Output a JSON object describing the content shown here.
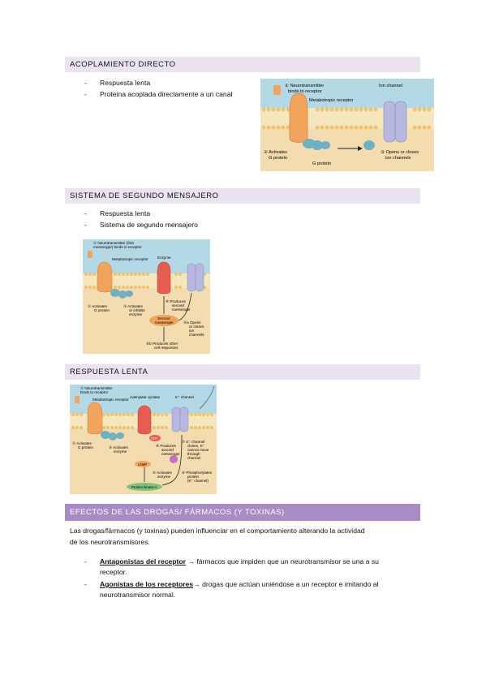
{
  "s1": {
    "title": "ACOPLAMIENTO DIRECTO",
    "bullets": [
      "Respuesta lenta",
      "Proteina acoplada directamente a un canal"
    ],
    "fig": {
      "l1": "① Neurotransmitter",
      "l1b": "binds to receptor",
      "l2": "Metabotropic receptor",
      "l3": "Ion channel",
      "l4": "② Activates",
      "l4b": "G protein",
      "l5": "G protein",
      "l6": "③ Opens or closes",
      "l6b": "ion channels"
    }
  },
  "s2": {
    "title": "SISTEMA DE SEGUNDO MENSAJERO",
    "bullets": [
      "Respuesta lenta",
      "Sistema de segundo mensajero"
    ],
    "fig": {
      "l1": "① Neurotransmitter (first",
      "l1b": "messenger) binds to receptor",
      "l2": "Metabotropic receptor",
      "l3": "Enzyme",
      "l4": "② Activates",
      "l4b": "G protein",
      "l5": "③ Activates",
      "l5b": "or inhibits",
      "l5c": "enzyme",
      "l6": "④ Produces",
      "l6b": "second",
      "l6c": "messenger",
      "l7": "Second",
      "l7b": "messenger",
      "l8": "⑤a Opens",
      "l8b": "or closes",
      "l8c": "ion",
      "l8d": "channels",
      "l9": "⑤b Produces other",
      "l9b": "cell responses"
    }
  },
  "s3": {
    "title": "RESPUESTA LENTA",
    "fig": {
      "l1": "① Neurotransmitter",
      "l1b": "binds to receptor",
      "l2": "Metabotropic receptor",
      "l3": "Adenylate cyclase",
      "l4": "K⁺ channel",
      "l5": "② Activates",
      "l5b": "G protein",
      "l6": "③ Activates",
      "l6b": "enzyme",
      "l7": "④ Produces",
      "l7b": "second",
      "l7c": "messenger",
      "l8": "ATP",
      "l9": "cAMP",
      "l10": "⑤ Activates",
      "l10b": "enzyme",
      "l11": "Protein kinase A",
      "l12": "⑥ Phosphorylates",
      "l12b": "protein",
      "l12c": "(K⁺ channel)",
      "l13": "⑦ K⁺ channel",
      "l13b": "closes, K⁺",
      "l13c": "cannot move",
      "l13d": "through",
      "l13e": "channel"
    }
  },
  "s4": {
    "title": "EFECTOS DE LAS DROGAS/ FÁRMACOS (Y TOXINAS)",
    "para1": "Las drogas/fármacos (y toxinas) pueden influenciar en el comportamiento alterando la actividad",
    "para2": "de los neurotransmisores.",
    "b1_term": "Antagonistas del receptor",
    "b1_rest": " → fármacos que impiden que un neurotransmisor se una a su",
    "b1_rest2": "receptor.",
    "b2_term": "Agonistas de los receptores",
    "b2_rest": "→ drogas que actúan uniéndose a un receptor e imitando al",
    "b2_rest2": "neurotransmisor normal."
  },
  "colors": {
    "header": "#ece3f1",
    "header_dark": "#a98bc5",
    "membrane": "#f3dcb0",
    "extracellular": "#b3d9e6",
    "receptor": "#f2a35c",
    "gprotein": "#6fb0c3",
    "channel": "#b7b8e0",
    "enzyme": "#e65c4f"
  }
}
